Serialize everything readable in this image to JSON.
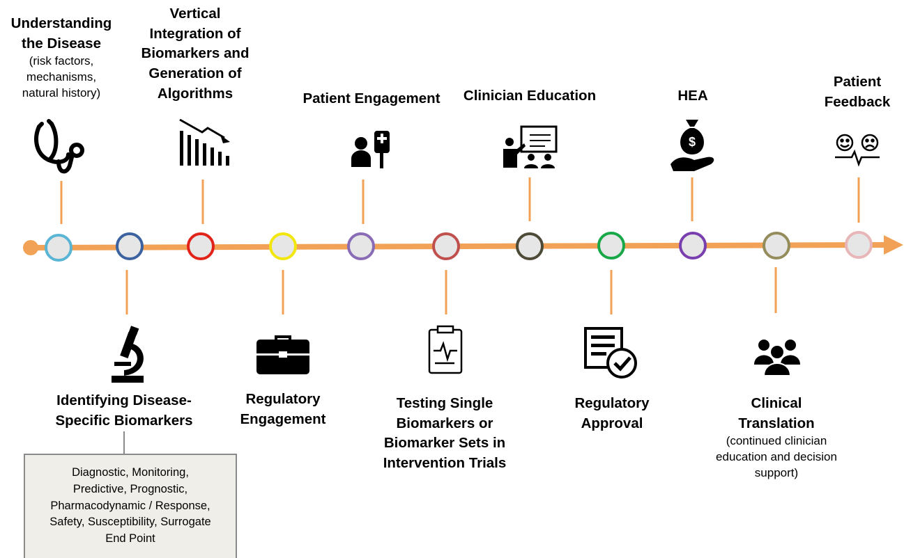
{
  "timeline": {
    "nodes": [
      {
        "ring": "#5ab4d4"
      },
      {
        "ring": "#3c62a0"
      },
      {
        "ring": "#e2231a"
      },
      {
        "ring": "#f1e60d"
      },
      {
        "ring": "#8a6cb6"
      },
      {
        "ring": "#c0504d"
      },
      {
        "ring": "#4d4a38"
      },
      {
        "ring": "#19a848"
      },
      {
        "ring": "#7a3fae"
      },
      {
        "ring": "#948c5a"
      },
      {
        "ring": "#e8b6b8"
      }
    ],
    "line_color": "#f2a256",
    "node_fill": "#e6e6e6"
  },
  "stages": {
    "s1": {
      "title_lines": [
        "Understanding",
        "the Disease"
      ],
      "sub_lines": [
        "(risk factors,",
        "mechanisms,",
        "natural history)"
      ],
      "icon": "stethoscope-icon"
    },
    "s2": {
      "title_lines": [
        "Identifying Disease-",
        "Specific Biomarkers"
      ],
      "icon": "microscope-icon"
    },
    "s3": {
      "title_lines": [
        "Vertical",
        "Integration of",
        "Biomarkers and",
        "Generation of",
        "Algorithms"
      ],
      "icon": "declining-bar-chart-icon"
    },
    "s4": {
      "title_lines": [
        "Regulatory",
        "Engagement"
      ],
      "icon": "briefcase-icon"
    },
    "s5": {
      "title_lines": [
        "Patient Engagement"
      ],
      "icon": "patient-iv-drip-icon"
    },
    "s6": {
      "title_lines": [
        "Testing Single",
        "Biomarkers or",
        "Biomarker Sets in",
        "Intervention Trials"
      ],
      "icon": "clipboard-ecg-icon"
    },
    "s7": {
      "title_lines": [
        "Clinician Education"
      ],
      "icon": "presentation-board-icon"
    },
    "s8": {
      "title_lines": [
        "Regulatory",
        "Approval"
      ],
      "icon": "approved-document-icon"
    },
    "s9": {
      "title_lines": [
        "HEA"
      ],
      "icon": "money-bag-hand-icon"
    },
    "s10": {
      "title_lines": [
        "Clinical",
        "Translation"
      ],
      "sub_lines": [
        "(continued clinician",
        "education and decision",
        "support)"
      ],
      "icon": "group-people-icon"
    },
    "s11": {
      "title_lines": [
        "Patient",
        "Feedback"
      ],
      "icon": "happy-sad-faces-icon"
    }
  },
  "biomarker_box": {
    "lines": [
      "Diagnostic, Monitoring,",
      "Predictive, Prognostic,",
      "Pharmacodynamic / Response,",
      "Safety, Susceptibility, Surrogate",
      "End Point"
    ],
    "fill": "#f0eee8"
  }
}
